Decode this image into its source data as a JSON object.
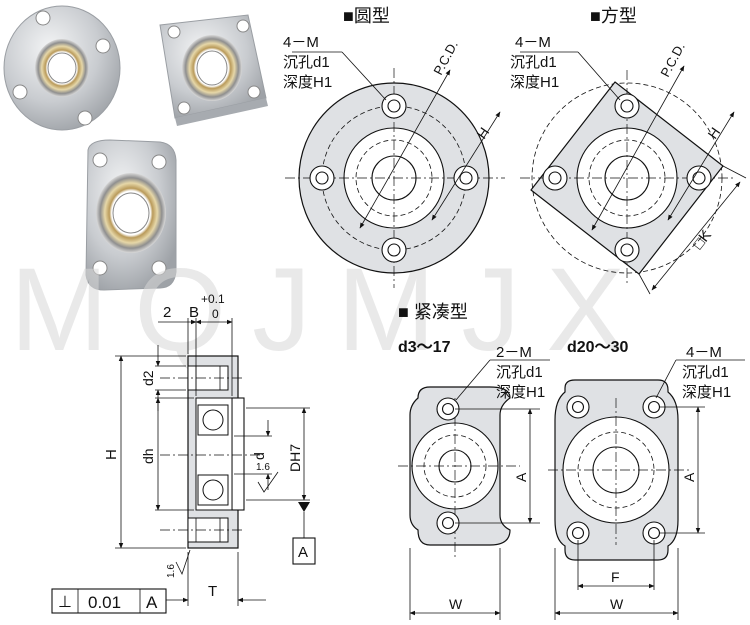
{
  "watermark": "MQJMJX",
  "headings": {
    "round": "■圆型",
    "square": "■方型",
    "compact": "■ 紧凑型"
  },
  "round": {
    "m": "4－M",
    "cbore": "沉孔d1",
    "depth": "深度H1",
    "pcd": "P.C.D.",
    "h": "H"
  },
  "square": {
    "m": "4－M",
    "cbore": "沉孔d1",
    "depth": "深度H1",
    "pcd": "P.C.D.",
    "h": "H",
    "k": "□K"
  },
  "compact_small": {
    "range": "d3～17",
    "m": "2－M",
    "cbore": "沉孔d1",
    "depth": "深度H1",
    "a": "A",
    "w": "W"
  },
  "compact_large": {
    "range": "d20～30",
    "m": "4－M",
    "cbore": "沉孔d1",
    "depth": "深度H1",
    "a": "A",
    "f": "F",
    "w": "W"
  },
  "section": {
    "dim_2": "2",
    "dim_b": "B",
    "tol_upper": "+0.1",
    "tol_lower": "0",
    "d2": "d2",
    "dh": "dh",
    "h": "H",
    "d": "d",
    "dh7": "DH7",
    "rough1": "1.6",
    "rough2": "1.6",
    "datum": "A",
    "t": "T",
    "fcf_symbol": "⊥",
    "fcf_value": "0.01",
    "fcf_datum": "A"
  }
}
